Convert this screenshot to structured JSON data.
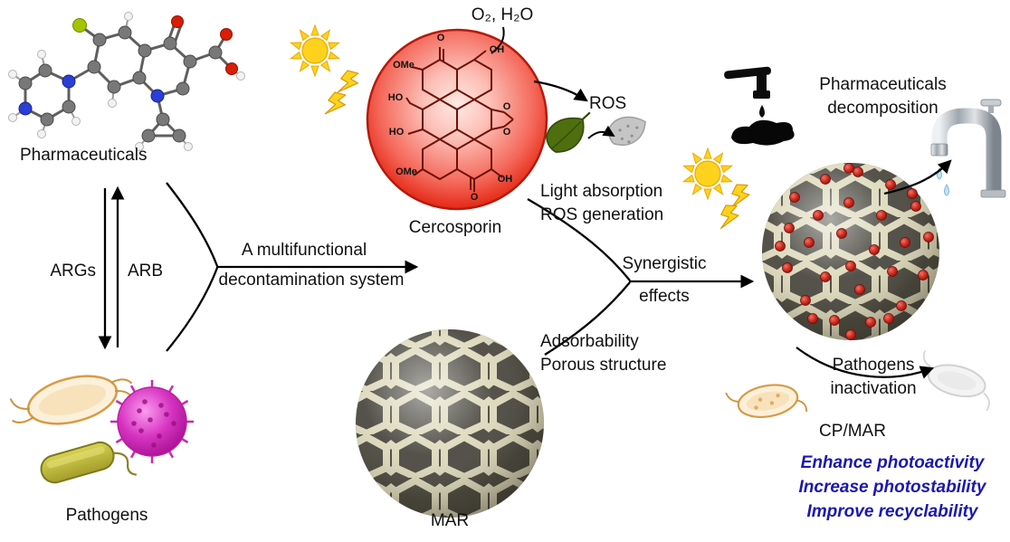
{
  "colors": {
    "benefit_blue": "#1b18ad",
    "cercosporin_red": "#e93a28",
    "sun_yellow": "#FFD21E",
    "mar_beige": "#dcd8ba"
  },
  "left": {
    "pharmaceuticals": "Pharmaceuticals",
    "args": "ARGs",
    "arb": "ARB",
    "pathogens": "Pathogens",
    "system_line1": "A multifunctional",
    "system_line2": "decontamination system"
  },
  "center": {
    "o2_h2o": "O₂, H₂O",
    "cercosporin": "Cercosporin",
    "ros": "ROS",
    "light_absorption": "Light absorption",
    "ros_generation": "ROS generation",
    "mar": "MAR",
    "adsorbability": "Adsorbability",
    "porous_structure": "Porous structure",
    "synergistic_line1": "Synergistic",
    "synergistic_line2": "effects",
    "structure_labels": {
      "o_top": "O",
      "oh_top": "OH",
      "ome_top": "OMe",
      "ho_mid": "HO",
      "ho_low": "HO",
      "ome_low": "OMe",
      "o_bottom": "O",
      "oh_bottom": "OH",
      "o_diox1": "O",
      "o_diox2": "O"
    }
  },
  "right": {
    "pharma_line1": "Pharmaceuticals",
    "pharma_line2": "decomposition",
    "pathogens_line1": "Pathogens",
    "pathogens_line2": "inactivation",
    "cpmar": "CP/MAR",
    "benefit1": "Enhance photoactivity",
    "benefit2": "Increase photostability",
    "benefit3": "Improve recyclability"
  }
}
